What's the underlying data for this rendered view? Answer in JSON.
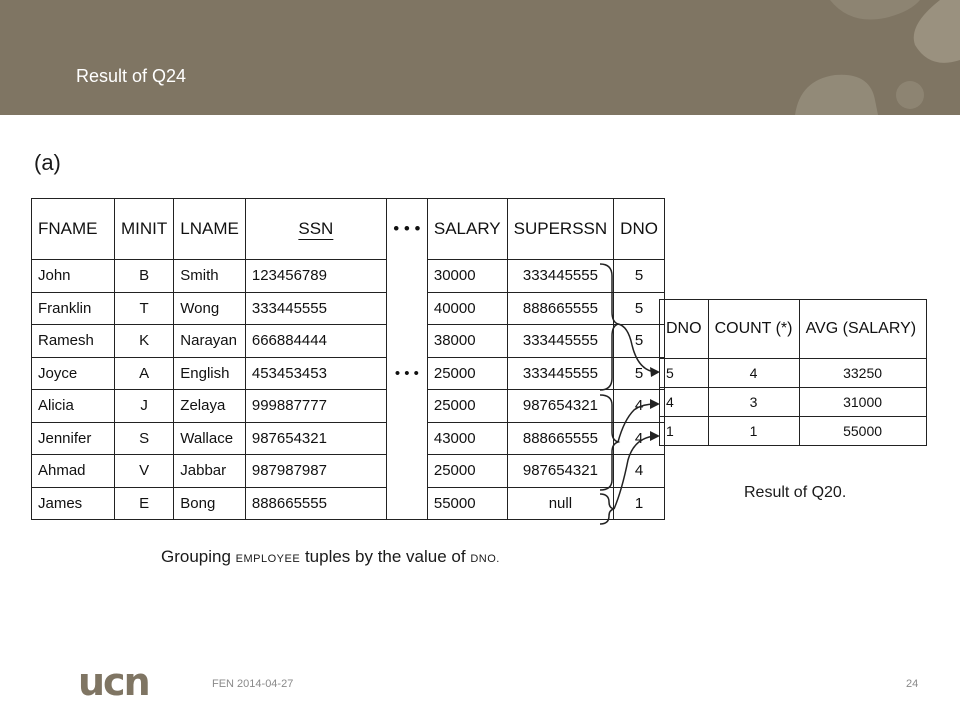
{
  "slide": {
    "title": "Result of Q24",
    "figure_label": "(a)",
    "footer_text": "FEN 2014-04-27",
    "page_number": "24",
    "logo_text": "ucn",
    "header_color": "#7f7563"
  },
  "employee_table": {
    "headers": [
      "FNAME",
      "MINIT",
      "LNAME",
      "SSN",
      "• • •",
      "SALARY",
      "SUPERSSN",
      "DNO"
    ],
    "rows": [
      [
        "John",
        "B",
        "Smith",
        "123456789",
        "30000",
        "333445555",
        "5"
      ],
      [
        "Franklin",
        "T",
        "Wong",
        "333445555",
        "40000",
        "888665555",
        "5"
      ],
      [
        "Ramesh",
        "K",
        "Narayan",
        "666884444",
        "38000",
        "333445555",
        "5"
      ],
      [
        "Joyce",
        "A",
        "English",
        "453453453",
        "25000",
        "333445555",
        "5"
      ],
      [
        "Alicia",
        "J",
        "Zelaya",
        "999887777",
        "25000",
        "987654321",
        "4"
      ],
      [
        "Jennifer",
        "S",
        "Wallace",
        "987654321",
        "43000",
        "888665555",
        "4"
      ],
      [
        "Ahmad",
        "V",
        "Jabbar",
        "987987987",
        "25000",
        "987654321",
        "4"
      ],
      [
        "James",
        "E",
        "Bong",
        "888665555",
        "55000",
        "null",
        "1"
      ]
    ],
    "middle_dots": "• • •",
    "caption_pre": "Grouping",
    "caption_small1": "EMPLOYEE",
    "caption_mid": "tuples by the value of",
    "caption_small2": "DNO."
  },
  "result_table": {
    "headers": [
      "DNO",
      "COUNT (*)",
      "AVG (SALARY)"
    ],
    "rows": [
      [
        "5",
        "4",
        "33250"
      ],
      [
        "4",
        "3",
        "31000"
      ],
      [
        "1",
        "1",
        "55000"
      ]
    ],
    "caption": "Result of Q20."
  }
}
